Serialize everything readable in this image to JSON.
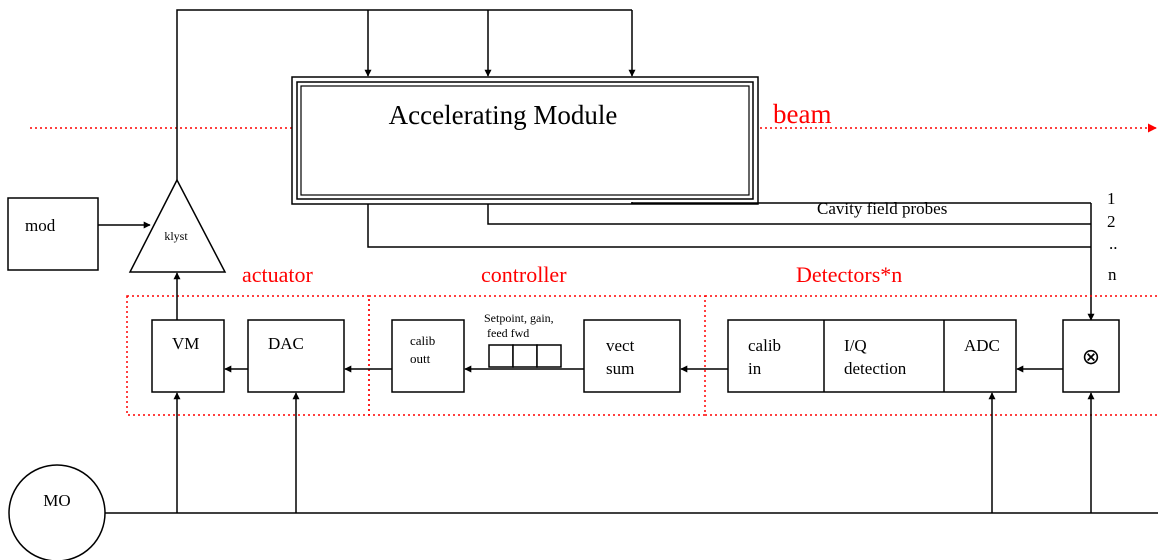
{
  "module": {
    "label": "Accelerating Module"
  },
  "beam": {
    "label": "beam",
    "color": "#ff0000"
  },
  "probes": {
    "label": "Cavity field probes",
    "numbers": [
      "1",
      "2",
      "..",
      "n"
    ]
  },
  "mod": {
    "label": "mod"
  },
  "klystron": {
    "label": "klyst"
  },
  "groups": {
    "actuator": "actuator",
    "controller": "controller",
    "detectors": "Detectors*n"
  },
  "blocks": {
    "vm": "VM",
    "dac": "DAC",
    "calib_out": [
      "calib",
      "outt"
    ],
    "vect_sum": [
      "vect",
      "sum"
    ],
    "calib_in": [
      "calib",
      "in"
    ],
    "iq": [
      "I/Q",
      "detection"
    ],
    "adc": "ADC",
    "mixer": "⊗"
  },
  "setpoint": {
    "lines": [
      "Setpoint, gain,",
      "feed fwd"
    ]
  },
  "mo": {
    "label": "MO"
  }
}
